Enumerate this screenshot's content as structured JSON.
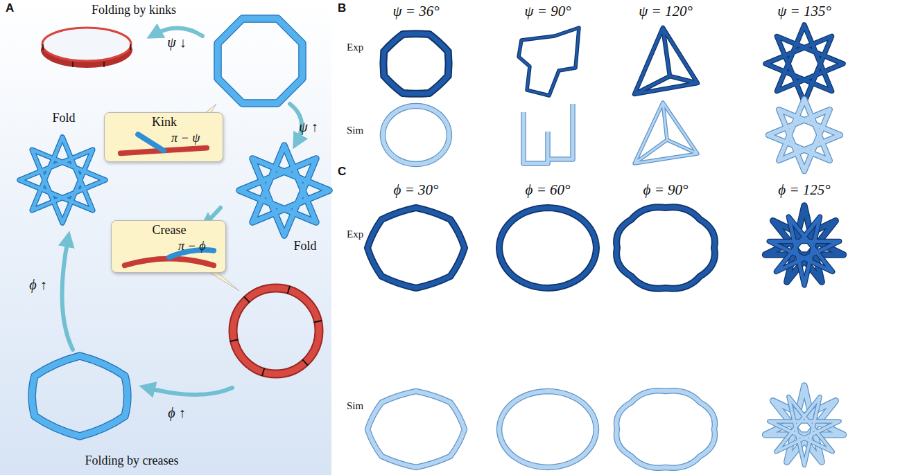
{
  "diagram": {
    "nodes": [
      {
        "text": [
          "Kink",
          "π − ψ"
        ]
      },
      {
        "text": [
          "Crease",
          "π − ϕ"
        ]
      }
    ],
    "labels": [
      "A",
      "Folding by kinks",
      "ψ ↓",
      "Fold",
      "ψ ↑",
      "Fold",
      "ϕ ↑",
      "ϕ ↑",
      "Folding by creases",
      "B",
      "ψ = 36°",
      "ψ = 90°",
      "ψ = 120°",
      "ψ = 135°",
      "Exp",
      "Sim",
      "C",
      "ϕ = 30°",
      "ϕ = 60°",
      "ϕ = 90°",
      "ϕ = 125°",
      "Exp",
      "Sim"
    ]
  }
}
